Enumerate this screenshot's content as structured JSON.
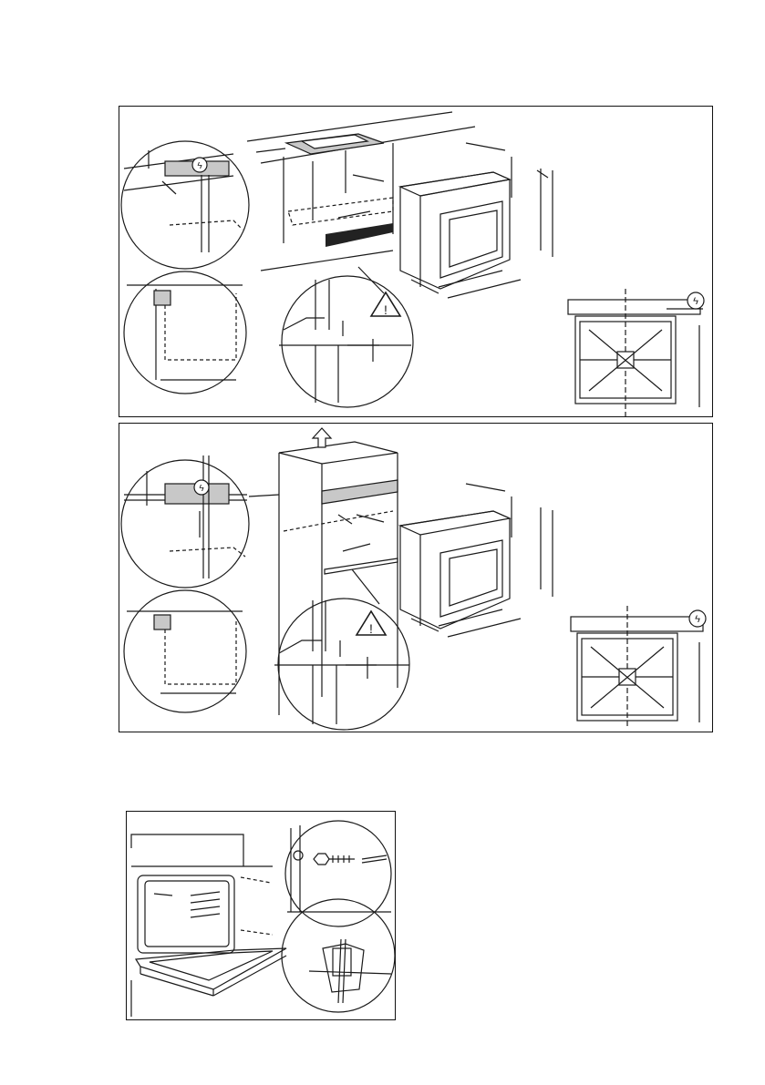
{
  "page": {
    "background": "#ffffff",
    "line_color": "#1a1a1a",
    "shade_color": "#c8c8c8",
    "dark_strip_color": "#222222"
  },
  "panels": [
    {
      "name": "installation-under-worktop",
      "icons": [
        "electric-connection-icon",
        "warning-triangle-icon"
      ]
    },
    {
      "name": "installation-column-cabinet",
      "icons": [
        "arrow-up-icon",
        "electric-connection-icon",
        "warning-triangle-icon"
      ]
    },
    {
      "name": "securing-oven-to-cabinet",
      "icons": [
        "screw-icon"
      ]
    }
  ],
  "warning_symbol": "!",
  "electric_symbol": "ϟ"
}
